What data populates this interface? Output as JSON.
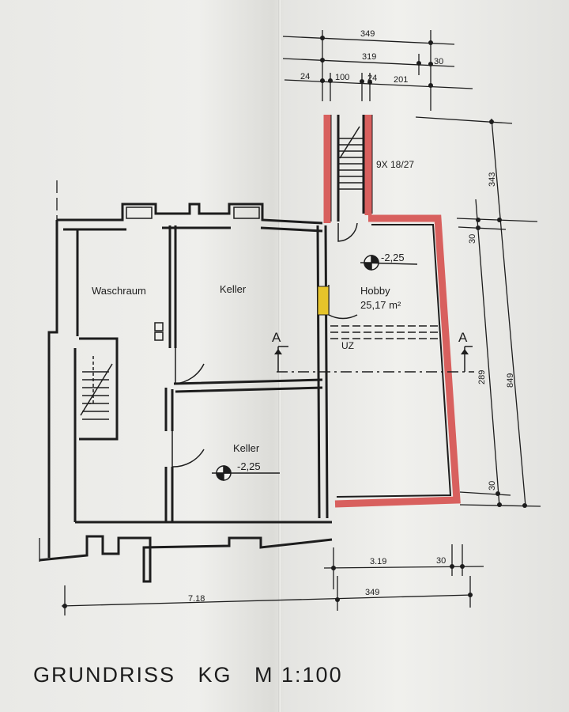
{
  "title": "GRUNDRISS   KG   M 1:100",
  "rooms": {
    "waschraum": "Waschraum",
    "keller_top": "Keller",
    "keller_bottom": "Keller",
    "hobby": "Hobby",
    "hobby_area": "25,17 m²",
    "uz": "UZ"
  },
  "levels": {
    "hobby": "-2,25",
    "keller": "-2,25"
  },
  "stair_note": "9X 18/27",
  "section_marker": "A",
  "dimensions": {
    "top_349": "349",
    "top_319": "319",
    "top_30": "30",
    "top_24a": "24",
    "top_100": "100",
    "top_24b": "24",
    "top_201": "201",
    "right_343": "343",
    "right_30_top": "30",
    "right_289": "289",
    "right_849": "849",
    "right_30_bottom": "30",
    "bottom_319": "3.19",
    "bottom_30": "30",
    "bottom_718": "7.18",
    "bottom_349": "349"
  },
  "colors": {
    "line": "#1d1d1d",
    "red_wall": "#d8605e",
    "yellow_door": "#e6c42a"
  }
}
